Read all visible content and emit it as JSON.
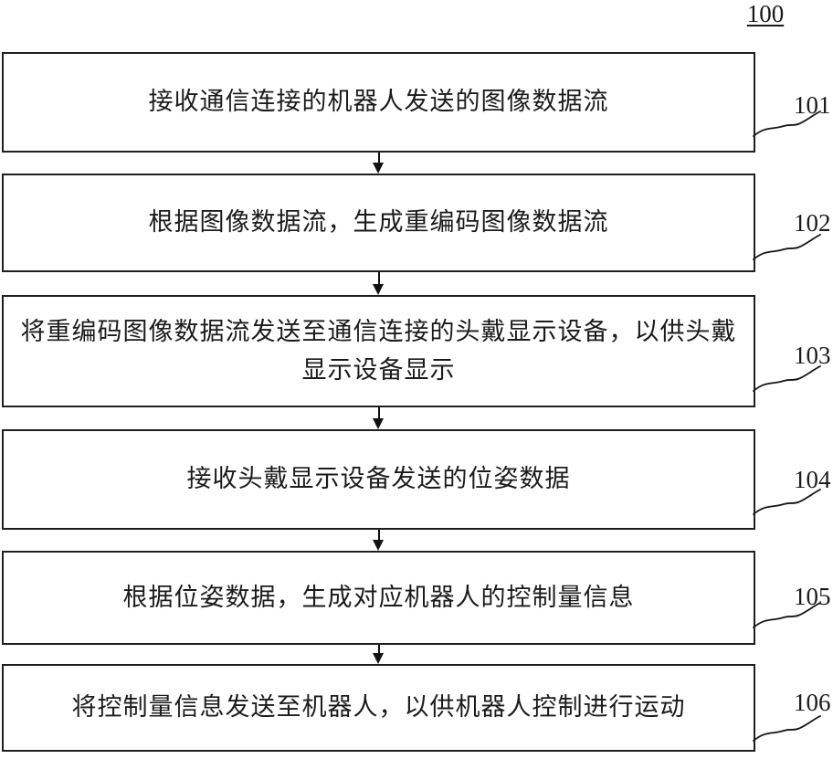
{
  "figure": {
    "reference_label": "100",
    "steps": [
      {
        "id": "101",
        "text": "接收通信连接的机器人发送的图像数据流"
      },
      {
        "id": "102",
        "text": "根据图像数据流，生成重编码图像数据流"
      },
      {
        "id": "103",
        "text": "将重编码图像数据流发送至通信连接的头戴显示设备，以供头戴显示设备显示"
      },
      {
        "id": "104",
        "text": "接收头戴显示设备发送的位姿数据"
      },
      {
        "id": "105",
        "text": "根据位姿数据，生成对应机器人的控制量信息"
      },
      {
        "id": "106",
        "text": "将控制量信息发送至机器人，以供机器人控制进行运动"
      }
    ]
  }
}
